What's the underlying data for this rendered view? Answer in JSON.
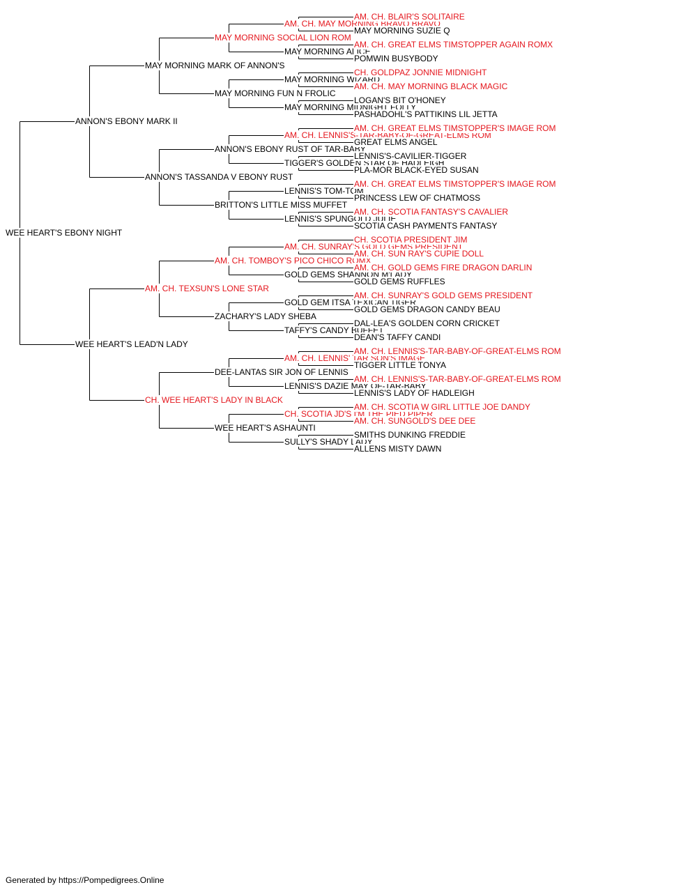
{
  "colors": {
    "line": "#000000",
    "champion": "#e4151c",
    "normal": "#000000"
  },
  "pedigree": {
    "subject": {
      "name": "WEE HEART'S EBONY NIGHT",
      "champion": false
    },
    "generations": [
      [
        {
          "name": "ANNON'S EBONY MARK II",
          "champion": false
        },
        {
          "name": "WEE HEART'S LEAD'N LADY",
          "champion": false
        }
      ],
      [
        {
          "name": "MAY MORNING MARK OF ANNON'S",
          "champion": false
        },
        {
          "name": "ANNON'S TASSANDA V EBONY RUST",
          "champion": false
        },
        {
          "name": "AM. CH. TEXSUN'S LONE STAR",
          "champion": true
        },
        {
          "name": "CH. WEE HEART'S LADY IN BLACK",
          "champion": true
        }
      ],
      [
        {
          "name": "MAY MORNING SOCIAL LION ROM",
          "champion": true
        },
        {
          "name": "MAY MORNING FUN N FROLIC",
          "champion": false
        },
        {
          "name": "ANNON'S EBONY RUST OF TAR-BABY",
          "champion": false
        },
        {
          "name": "BRITTON'S LITTLE MISS MUFFET",
          "champion": false
        },
        {
          "name": "AM. CH. TOMBOY'S PICO CHICO ROMX",
          "champion": true
        },
        {
          "name": "ZACHARY'S LADY SHEBA",
          "champion": false
        },
        {
          "name": "DEE-LANTAS SIR JON OF LENNIS",
          "champion": false
        },
        {
          "name": "WEE HEART'S ASHAUNTI",
          "champion": false
        }
      ],
      [
        {
          "name": "AM. CH. MAY MORNING BRAVO BRAVO",
          "champion": true
        },
        {
          "name": "MAY MORNING ALICE",
          "champion": false
        },
        {
          "name": "MAY MORNING WIZARD",
          "champion": false
        },
        {
          "name": "MAY MORNING MIDNIGHT FOLLY",
          "champion": false
        },
        {
          "name": "AM. CH. LENNIS'S-TAR-BABY-OF-GREAT-ELMS ROM",
          "champion": true
        },
        {
          "name": "TIGGER'S GOLDEN STAR OF HADLEIGH",
          "champion": false
        },
        {
          "name": "LENNIS'S TOM-TOM",
          "champion": false
        },
        {
          "name": "LENNIS'S SPUNGOLD JULIE",
          "champion": false
        },
        {
          "name": "AM. CH. SUNRAY'S GOLD GEMS PRESIDENT",
          "champion": true
        },
        {
          "name": "GOLD GEMS SHANNON M'LADY",
          "champion": false
        },
        {
          "name": "GOLD GEM ITSA TEXICAN TIGER",
          "champion": false
        },
        {
          "name": "TAFFY'S CANDY BUFFET",
          "champion": false
        },
        {
          "name": "AM. CH. LENNIS' TAR SON'S IMAGE",
          "champion": true
        },
        {
          "name": "LENNIS'S DAZIE MAY OF-TAR-BABY",
          "champion": false
        },
        {
          "name": "CH. SCOTIA JD'S I'M THE PIED PIPER",
          "champion": true
        },
        {
          "name": "SULLY'S SHADY LADY",
          "champion": false
        }
      ],
      [
        {
          "name": "AM. CH. BLAIR'S SOLITAIRE",
          "champion": true
        },
        {
          "name": "MAY MORNING SUZIE Q",
          "champion": false
        },
        {
          "name": "AM. CH. GREAT ELMS TIMSTOPPER AGAIN ROMX",
          "champion": true
        },
        {
          "name": "POMWIN BUSYBODY",
          "champion": false
        },
        {
          "name": "CH. GOLDPAZ JONNIE MIDNIGHT",
          "champion": true
        },
        {
          "name": "AM. CH. MAY MORNING BLACK MAGIC",
          "champion": true
        },
        {
          "name": "LOGAN'S BIT O'HONEY",
          "champion": false
        },
        {
          "name": "PASHADOHL'S PATTIKINS LIL JETTA",
          "champion": false
        },
        {
          "name": "AM. CH. GREAT ELMS TIMSTOPPER'S IMAGE ROM",
          "champion": true
        },
        {
          "name": "GREAT ELMS ANGEL",
          "champion": false
        },
        {
          "name": "LENNIS'S-CAVILIER-TIGGER",
          "champion": false
        },
        {
          "name": "PLA-MOR BLACK-EYED SUSAN",
          "champion": false
        },
        {
          "name": "AM. CH. GREAT ELMS TIMSTOPPER'S IMAGE ROM",
          "champion": true
        },
        {
          "name": "PRINCESS LEW OF CHATMOSS",
          "champion": false
        },
        {
          "name": "AM. CH. SCOTIA FANTASY'S CAVALIER",
          "champion": true
        },
        {
          "name": "SCOTIA CASH PAYMENTS FANTASY",
          "champion": false
        },
        {
          "name": "CH. SCOTIA PRESIDENT JIM",
          "champion": true
        },
        {
          "name": "AM. CH. SUN RAY'S CUPIE DOLL",
          "champion": true
        },
        {
          "name": "AM. CH. GOLD GEMS FIRE DRAGON DARLIN",
          "champion": true
        },
        {
          "name": "GOLD GEMS RUFFLES",
          "champion": false
        },
        {
          "name": "AM. CH. SUNRAY'S GOLD GEMS PRESIDENT",
          "champion": true
        },
        {
          "name": "GOLD GEMS DRAGON CANDY BEAU",
          "champion": false
        },
        {
          "name": "DAL-LEA'S GOLDEN CORN CRICKET",
          "champion": false
        },
        {
          "name": "DEAN'S TAFFY CANDI",
          "champion": false
        },
        {
          "name": "AM. CH. LENNIS'S-TAR-BABY-OF-GREAT-ELMS ROM",
          "champion": true
        },
        {
          "name": "TIGGER LITTLE TONYA",
          "champion": false
        },
        {
          "name": "AM. CH. LENNIS'S-TAR-BABY-OF-GREAT-ELMS ROM",
          "champion": true
        },
        {
          "name": "LENNIS'S LADY OF HADLEIGH",
          "champion": false
        },
        {
          "name": "AM. CH. SCOTIA W GIRL LITTLE JOE DANDY",
          "champion": true
        },
        {
          "name": "AM. CH. SUNGOLD'S DEE DEE",
          "champion": true
        },
        {
          "name": "SMITHS DUNKING FREDDIE",
          "champion": false
        },
        {
          "name": "ALLENS MISTY DAWN",
          "champion": false
        }
      ]
    ]
  },
  "footer": {
    "text": "Generated by https://Pompedigrees.Online"
  }
}
